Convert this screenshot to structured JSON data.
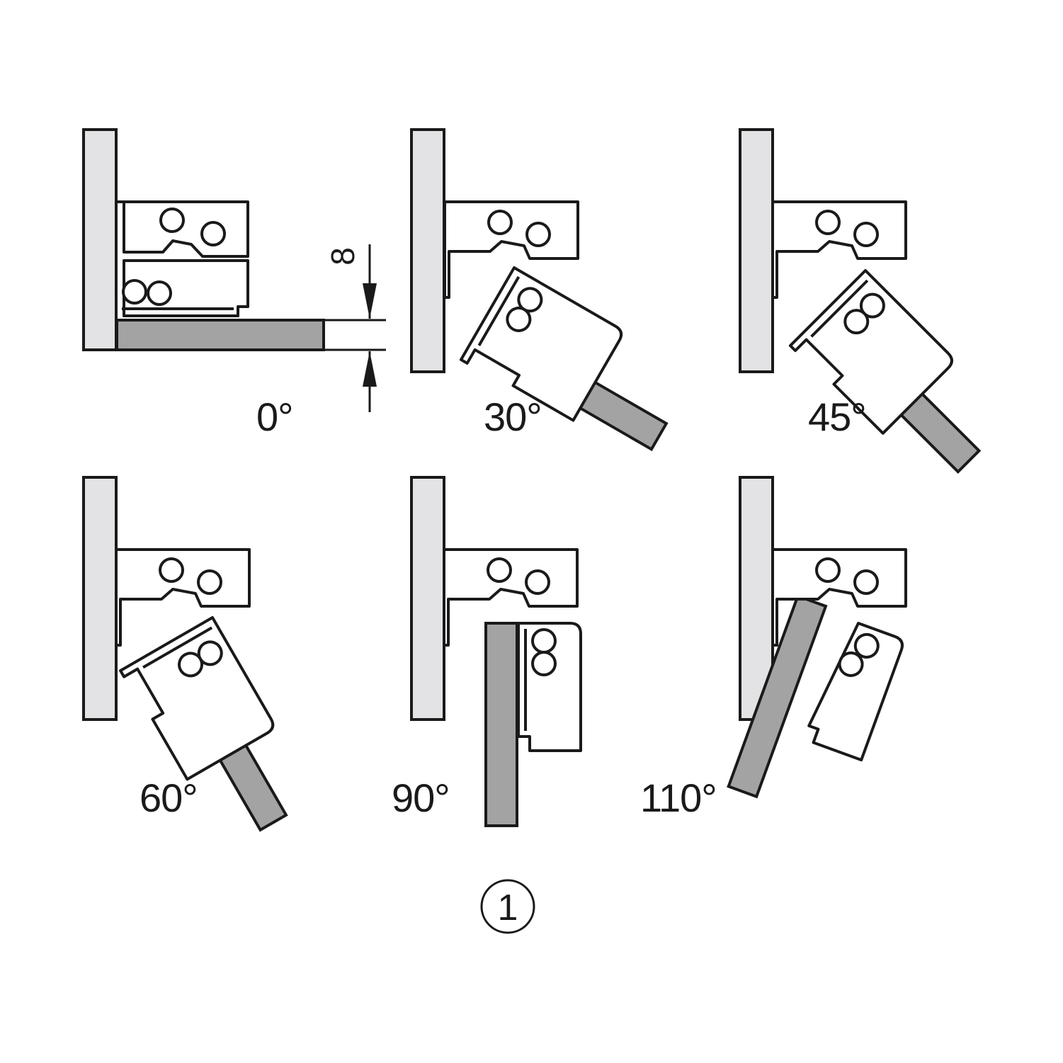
{
  "figure": {
    "panels": [
      {
        "angle_label": "0°"
      },
      {
        "angle_label": "30°"
      },
      {
        "angle_label": "45°"
      },
      {
        "angle_label": "60°"
      },
      {
        "angle_label": "90°"
      },
      {
        "angle_label": "110°"
      }
    ],
    "dimension_label": "8",
    "figure_number": "1"
  },
  "colors": {
    "cabinet_wall": "#e3e3e5",
    "door": "#a3a3a3",
    "outline": "#1a1a1a",
    "hinge_fill": "#ffffff"
  },
  "icons": [
    "hinge-arm-icon",
    "hinge-cup-icon",
    "screw-icon",
    "dimension-arrow-icon"
  ]
}
